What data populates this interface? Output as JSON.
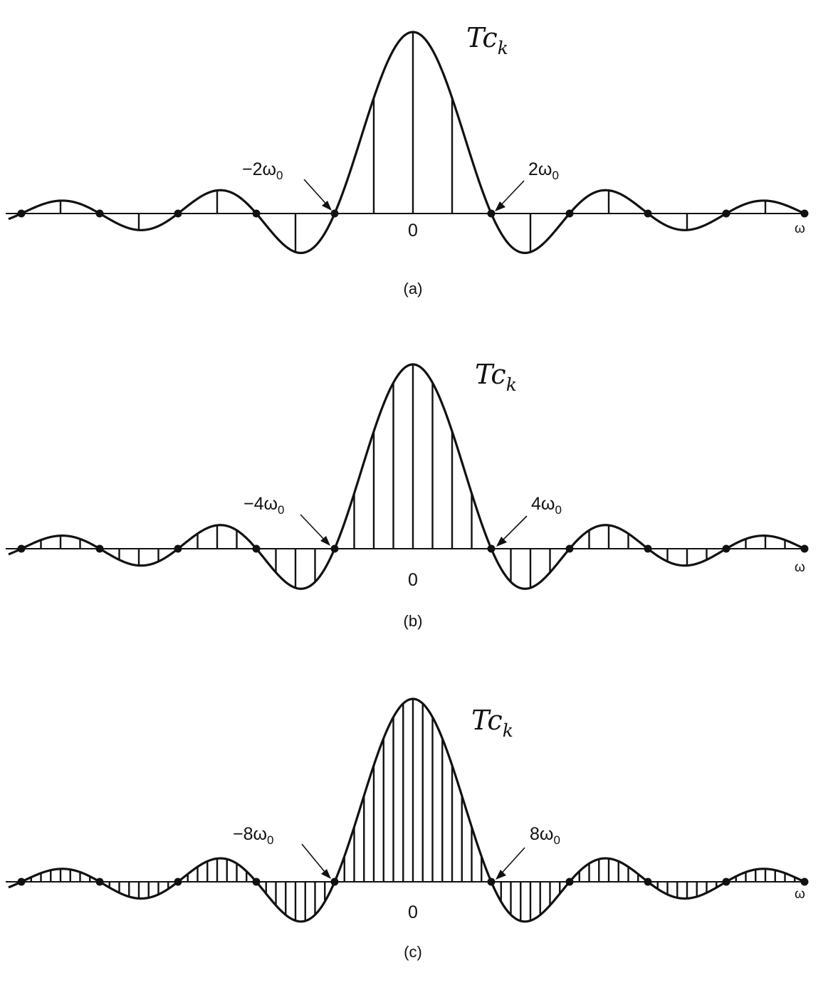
{
  "figure": {
    "panels": [
      {
        "id": "a",
        "caption": "(a)",
        "ylabel": "Tc",
        "ylabel_subscript": "k",
        "xlabel": "ω",
        "origin_label": "0",
        "left_marker": "−2ω",
        "left_marker_subscript": "0",
        "right_marker": "2ω",
        "right_marker_subscript": "0",
        "period_multiple": 2
      },
      {
        "id": "b",
        "caption": "(b)",
        "ylabel": "Tc",
        "ylabel_subscript": "k",
        "xlabel": "ω",
        "origin_label": "0",
        "left_marker": "−4ω",
        "left_marker_subscript": "0",
        "right_marker": "4ω",
        "right_marker_subscript": "0",
        "period_multiple": 4
      },
      {
        "id": "c",
        "caption": "(c)",
        "ylabel": "Tc",
        "ylabel_subscript": "k",
        "xlabel": "ω",
        "origin_label": "0",
        "left_marker": "−8ω",
        "left_marker_subscript": "0",
        "right_marker": "8ω",
        "right_marker_subscript": "0",
        "period_multiple": 8
      }
    ],
    "colors": {
      "ink": "#111111",
      "background": "#ffffff"
    }
  }
}
